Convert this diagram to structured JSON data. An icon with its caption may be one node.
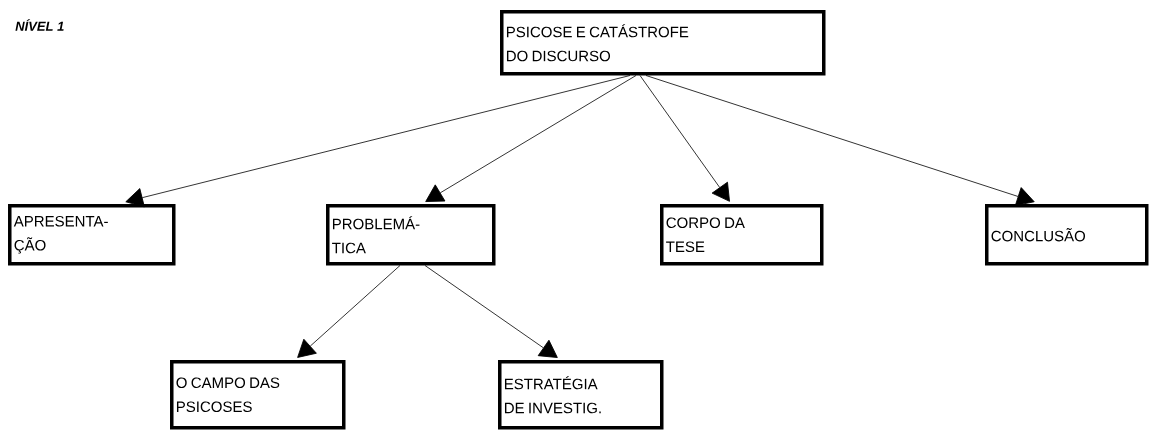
{
  "diagram": {
    "nodes": [
      {
        "text": [
          "PSICOSE E CATÁSTROFE DO DISCURSO"
        ]
      },
      {
        "text": [
          "APRESENTA- ÇÃO"
        ]
      },
      {
        "text": [
          "PROBLEMÁ- TICA"
        ]
      },
      {
        "text": [
          "CORPO DA TESE"
        ]
      },
      {
        "text": [
          "CONCLUSÃO"
        ]
      },
      {
        "text": [
          "O CAMPO DAS PSICOSES"
        ]
      },
      {
        "text": [
          "ESTRATÉGIA DE INVESTIG."
        ]
      }
    ],
    "edges": [
      {
        "from": 0,
        "to": 1,
        "arrow": "to"
      },
      {
        "from": 0,
        "to": 2,
        "arrow": "to"
      },
      {
        "from": 0,
        "to": 3,
        "arrow": "to"
      },
      {
        "from": 0,
        "to": 4,
        "arrow": "to"
      },
      {
        "from": 2,
        "to": 5,
        "arrow": "to"
      },
      {
        "from": 2,
        "to": 6,
        "arrow": "to"
      }
    ],
    "labels": [
      "NÍVEL 1"
    ]
  }
}
